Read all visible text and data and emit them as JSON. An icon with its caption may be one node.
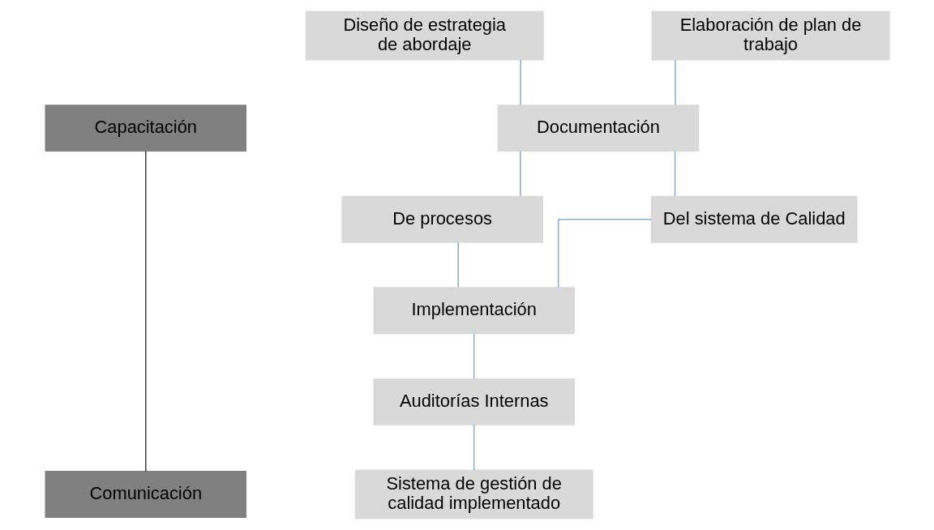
{
  "diagram": {
    "nodes": [
      {
        "text": [
          "Diseño de estrategia de abordaje"
        ]
      },
      {
        "text": [
          "Elaboración de plan de trabajo"
        ]
      },
      {
        "text": [
          "Documentación"
        ]
      },
      {
        "text": [
          "De procesos"
        ]
      },
      {
        "text": [
          "Del sistema de Calidad"
        ]
      },
      {
        "text": [
          "Implementación"
        ]
      },
      {
        "text": [
          "Auditorías Internas"
        ]
      },
      {
        "text": [
          "Sistema de gestión de calidad implementado"
        ]
      },
      {
        "text": [
          "Capacitación"
        ]
      },
      {
        "text": [
          "Comunicación"
        ]
      }
    ],
    "edges": [
      {
        "from": 0,
        "to": 2,
        "arrow": "none"
      },
      {
        "from": 1,
        "to": 2,
        "arrow": "none"
      },
      {
        "from": 2,
        "to": 3,
        "arrow": "none"
      },
      {
        "from": 2,
        "to": 4,
        "arrow": "none"
      },
      {
        "from": 3,
        "to": 5,
        "arrow": "none"
      },
      {
        "from": 4,
        "to": 5,
        "arrow": "none"
      },
      {
        "from": 5,
        "to": 6,
        "arrow": "none"
      },
      {
        "from": 6,
        "to": 7,
        "arrow": "none"
      },
      {
        "from": 8,
        "to": 9,
        "arrow": "none",
        "color": "#404040"
      }
    ]
  }
}
